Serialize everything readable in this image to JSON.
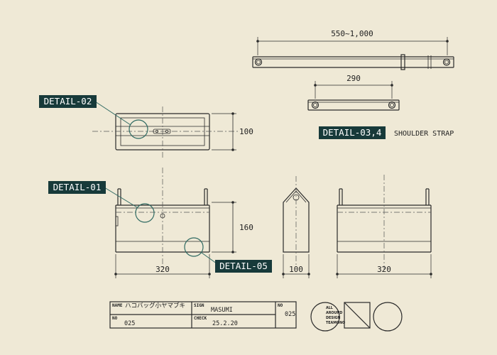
{
  "dimensions": {
    "strap_long": "550~1,000",
    "strap_short": "290",
    "top_height": "100",
    "front_height": "160",
    "front_width": "320",
    "side_width": "100",
    "back_width": "320"
  },
  "details": {
    "detail_02": "DETAIL-02",
    "detail_01": "DETAIL-01",
    "detail_05": "DETAIL-05",
    "detail_03_4": "DETAIL-03,4"
  },
  "strap_caption": "SHOULDER STRAP",
  "title_block": {
    "name_label": "NAME",
    "name_value": "ハコバッグ小ヤマブキ",
    "sign_label": "SIGN",
    "sign_value": "MASUMI",
    "no_label": "NO",
    "no_value": "025",
    "no2_label": "NO",
    "no2_value": "025",
    "check_label": "CHECK",
    "check_value": "25.2.20"
  },
  "logo": {
    "line1": "ALL",
    "line2": "AROUND",
    "line3": "DESIGN",
    "line4": "TEAMONO"
  },
  "colors": {
    "background": "#efe9d6",
    "line": "#2a2a2a",
    "tag_fill": "#173a3a",
    "callout": "#2f6a62"
  }
}
